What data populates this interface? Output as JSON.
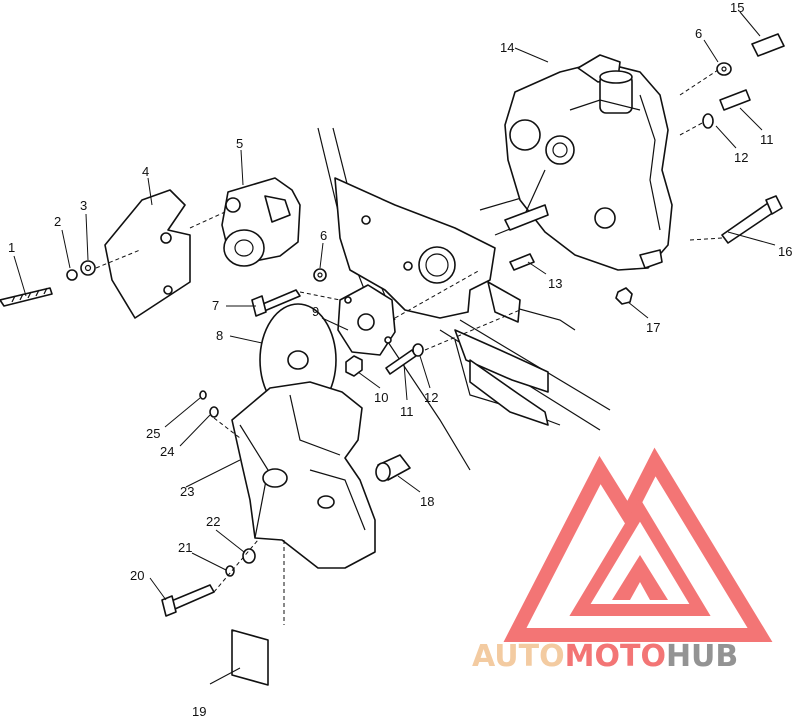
{
  "diagram": {
    "callouts": [
      "1",
      "2",
      "3",
      "4",
      "5",
      "6",
      "6",
      "7",
      "8",
      "9",
      "10",
      "11",
      "11",
      "12",
      "12",
      "13",
      "14",
      "15",
      "16",
      "17",
      "18",
      "19",
      "20",
      "21",
      "22",
      "23",
      "24",
      "25"
    ]
  },
  "watermark": {
    "part1": "AUTO",
    "part2": "MOTO",
    "part3": "HUB",
    "color_light": "#f3c79a",
    "color_main": "#f26a6a",
    "color_dark": "#8a8a8a"
  }
}
